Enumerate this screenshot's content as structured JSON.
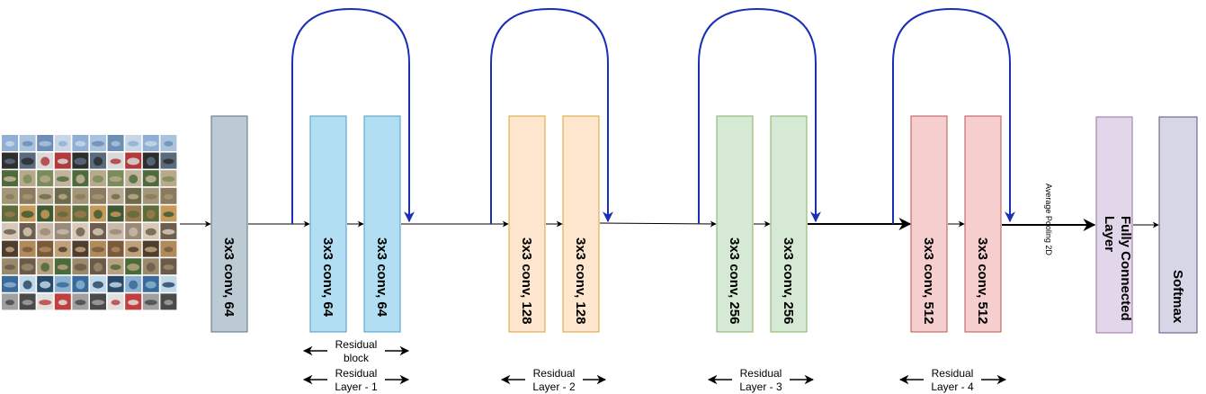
{
  "input_image": {
    "description_icon": "image-grid-icon",
    "rows": 10,
    "cols": 10
  },
  "blocks": [
    {
      "id": "conv-initial",
      "label": "3x3 conv,  64",
      "fill": "#bccad4",
      "stroke": "#5d7280"
    },
    {
      "id": "conv-l1-a",
      "label": "3x3 conv,  64",
      "fill": "#b1def2",
      "stroke": "#4a9cc4"
    },
    {
      "id": "conv-l1-b",
      "label": "3x3 conv,  64",
      "fill": "#b1def2",
      "stroke": "#4a9cc4"
    },
    {
      "id": "conv-l2-a",
      "label": "3x3 conv,  128",
      "fill": "#fde6cd",
      "stroke": "#d8a33b"
    },
    {
      "id": "conv-l2-b",
      "label": "3x3 conv,  128",
      "fill": "#fde6cd",
      "stroke": "#d8a33b"
    },
    {
      "id": "conv-l3-a",
      "label": "3x3 conv,  256",
      "fill": "#d6e9d4",
      "stroke": "#82b366"
    },
    {
      "id": "conv-l3-b",
      "label": "3x3 conv,  256",
      "fill": "#d6e9d4",
      "stroke": "#82b366"
    },
    {
      "id": "conv-l4-a",
      "label": "3x3 conv,  512",
      "fill": "#f7cece",
      "stroke": "#b85450"
    },
    {
      "id": "conv-l4-b",
      "label": "3x3 conv,  512",
      "fill": "#f7cece",
      "stroke": "#b85450"
    },
    {
      "id": "fc",
      "label": "Fully Connected Layer",
      "line1": "Fully Connected",
      "line2": "Layer",
      "fill": "#e2d6ea",
      "stroke": "#9673a6"
    },
    {
      "id": "softmax",
      "label": "Softmax",
      "fill": "#d7d6e6",
      "stroke": "#56517e"
    }
  ],
  "pooling_label": "Average Pooling 2D",
  "annotations": {
    "residual_block": {
      "line1": "Residual",
      "line2": "block"
    },
    "residual_layer_1": {
      "line1": "Residual",
      "line2": "Layer - 1"
    },
    "residual_layer_2": {
      "line1": "Residual",
      "line2": "Layer - 2"
    },
    "residual_layer_3": {
      "line1": "Residual",
      "line2": "Layer - 3"
    },
    "residual_layer_4": {
      "line1": "Residual",
      "line2": "Layer - 4"
    }
  },
  "colors": {
    "skip_connection": "#1a2fb5",
    "arrow": "#000000"
  }
}
